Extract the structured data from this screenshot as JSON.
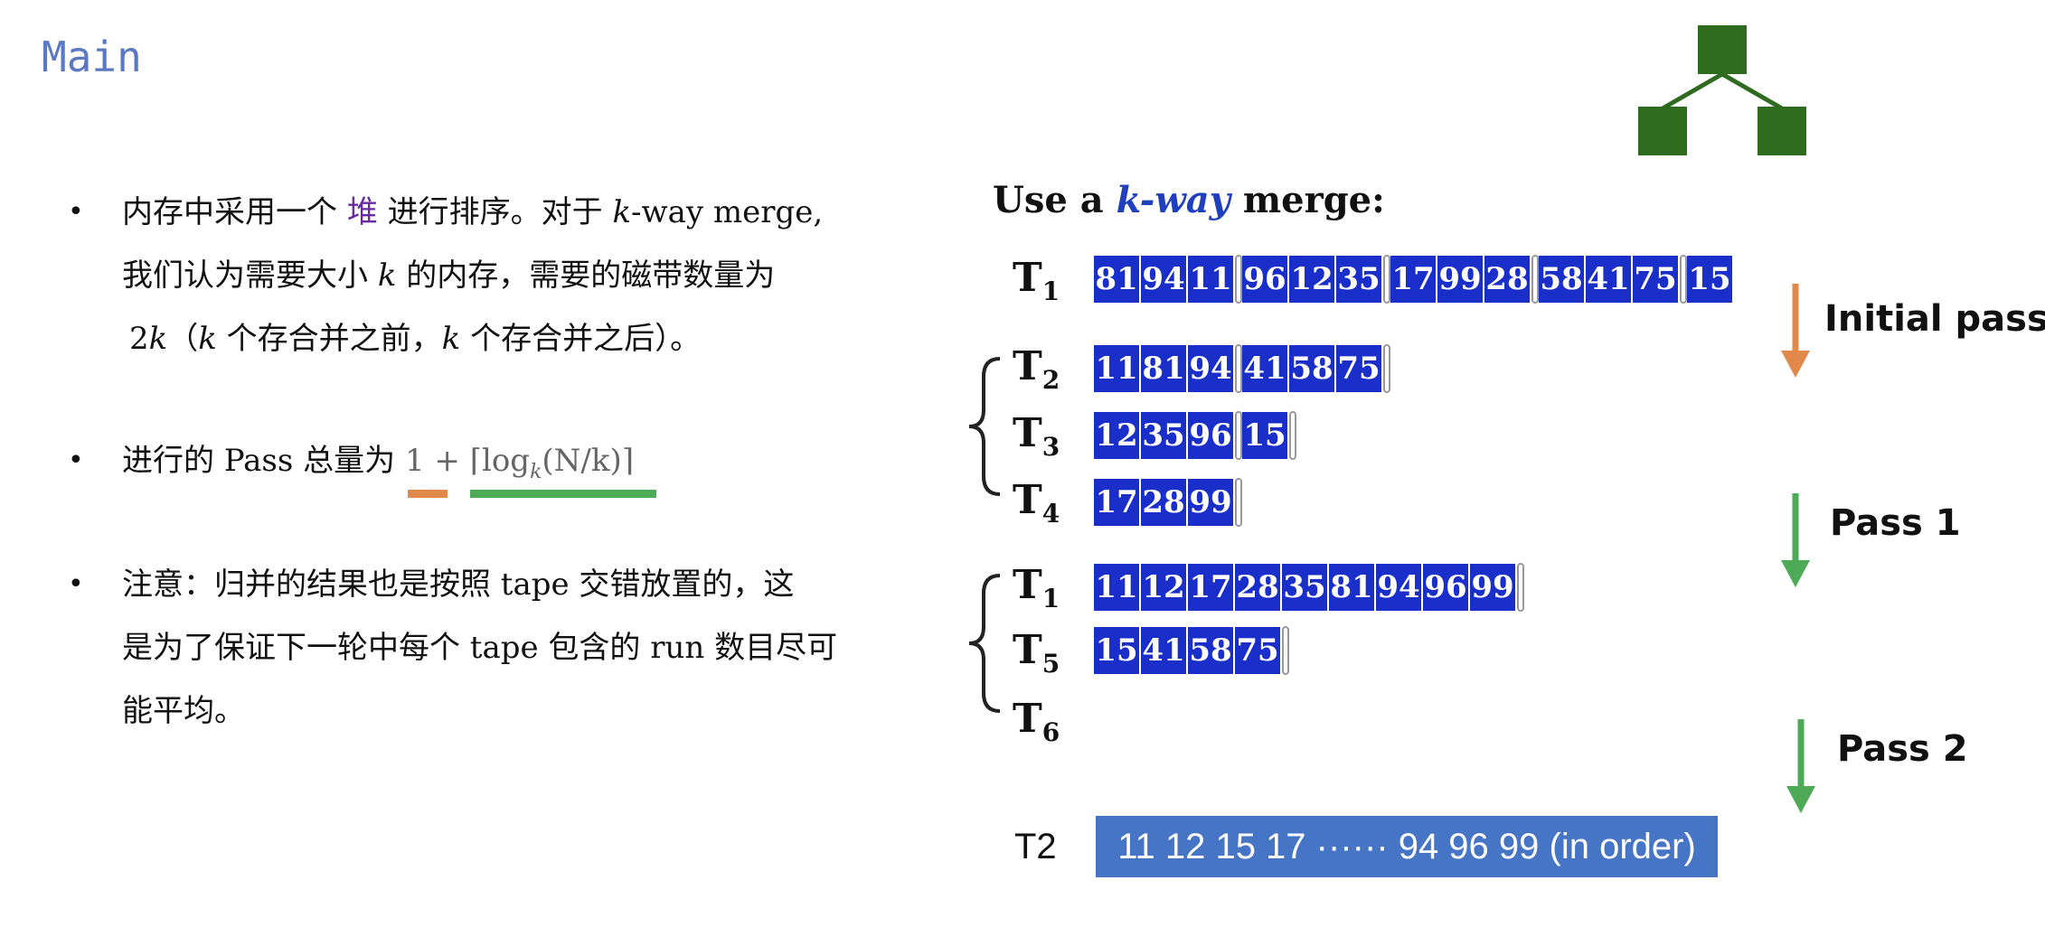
{
  "header": {
    "title": "Main"
  },
  "left": {
    "b1": {
      "l1a": "内存中采用一个 ",
      "heap": "堆",
      "l1b": " 进行排序。对于 ",
      "k1": "k",
      "l1c": "-way merge,",
      "l2a": "我们认为需要大小 ",
      "k2": "k",
      "l2b": " 的内存，需要的磁带数量为",
      "l3a": "2",
      "k3": "k",
      "l3b": "（",
      "k4": "k",
      "l3c": " 个存合并之前，",
      "k5": "k",
      "l3d": " 个存合并之后）。"
    },
    "b2": {
      "text": "进行的 Pass 总量为 ",
      "formula": "1 + ⌈log",
      "sub": "k",
      "formula2": "(N/k)⌉"
    },
    "b3": {
      "l1": "注意：归并的结果也是按照 tape 交错放置的，这",
      "l2": "是为了保证下一轮中每个 tape 包含的 run 数目尽可",
      "l3": "能平均。"
    },
    "colors": {
      "orange": "#e0894a",
      "green": "#4daa57",
      "heap": "#6a2aa0"
    }
  },
  "right": {
    "heading_a": "Use a ",
    "heading_kw": "k-way",
    "heading_b": " merge:",
    "t1": {
      "name": "T",
      "sub": "1",
      "runs": [
        [
          "81",
          "94",
          "11"
        ],
        [
          "96",
          "12",
          "35"
        ],
        [
          "17",
          "99",
          "28"
        ],
        [
          "58",
          "41",
          "75"
        ],
        [
          "15"
        ]
      ]
    },
    "t2": {
      "name": "T",
      "sub": "2",
      "runs": [
        [
          "11",
          "81",
          "94"
        ],
        [
          "41",
          "58",
          "75"
        ]
      ]
    },
    "t3": {
      "name": "T",
      "sub": "3",
      "runs": [
        [
          "12",
          "35",
          "96"
        ],
        [
          "15"
        ]
      ]
    },
    "t4": {
      "name": "T",
      "sub": "4",
      "runs": [
        [
          "17",
          "28",
          "99"
        ]
      ]
    },
    "t1b": {
      "name": "T",
      "sub": "1",
      "runs": [
        [
          "11",
          "12",
          "17",
          "28",
          "35",
          "81",
          "94",
          "96",
          "99"
        ]
      ]
    },
    "t5": {
      "name": "T",
      "sub": "5",
      "runs": [
        [
          "15",
          "41",
          "58",
          "75"
        ]
      ]
    },
    "t6": {
      "name": "T",
      "sub": "6"
    },
    "pass_initial": "Initial pass",
    "pass_1": "Pass 1",
    "pass_2": "Pass 2",
    "final_label": "T2",
    "final_text": "11 12 15 17 ······ 94 96 99 (in order)",
    "colors": {
      "cell": "#1a2fc9",
      "arrow_orange": "#e0894a",
      "arrow_green": "#4daa57",
      "final_box": "#4775c6",
      "tree": "#2e6b1f"
    }
  }
}
